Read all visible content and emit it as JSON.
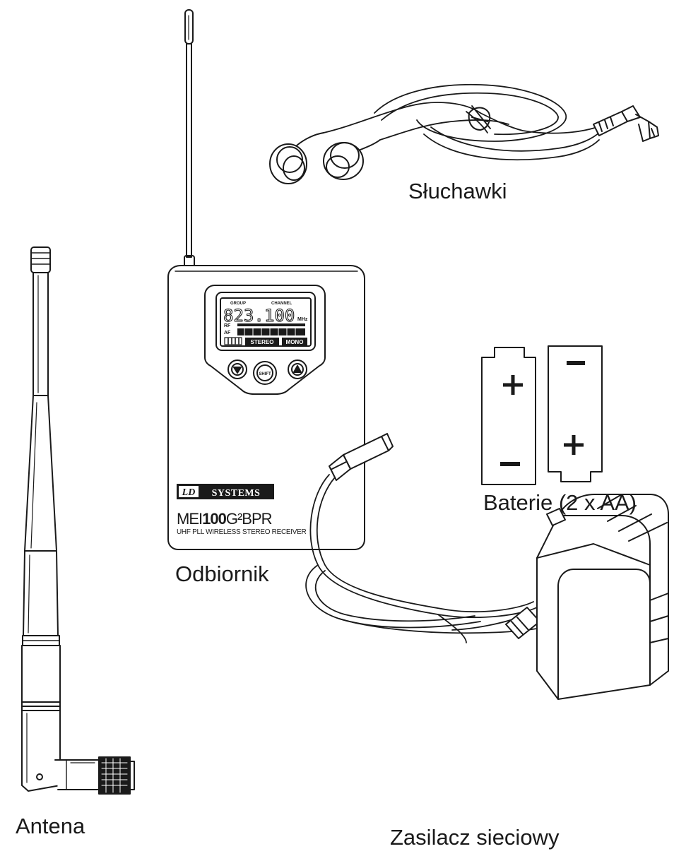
{
  "labels": {
    "earphones": "Słuchawki",
    "receiver": "Odbiornik",
    "batteries": "Baterie (2 x AA)",
    "antenna": "Antena",
    "power_adapter": "Zasilacz sieciowy"
  },
  "receiver": {
    "brand_ld": "LD",
    "brand_systems": "SYSTEMS",
    "model_prefix": "MEI",
    "model_number": "100",
    "model_suffix": "G²BPR",
    "subtitle": "UHF PLL WIRELESS STEREO RECEIVER",
    "lcd": {
      "group_label": "GROUP",
      "channel_label": "CHANNEL",
      "frequency_main": "823.",
      "frequency_decimal": "100",
      "unit": "MHz",
      "rf_label": "RF",
      "af_label": "AF",
      "stereo_label": "STEREO",
      "mono_label": "MONO"
    },
    "buttons": {
      "down_icon": "triangle-down-icon",
      "set_label": "SHIFT",
      "up_icon": "triangle-up-icon"
    }
  },
  "battery_symbols": {
    "plus": "+",
    "minus": "−"
  },
  "colors": {
    "ink": "#1a1a1a",
    "paper": "#ffffff"
  }
}
